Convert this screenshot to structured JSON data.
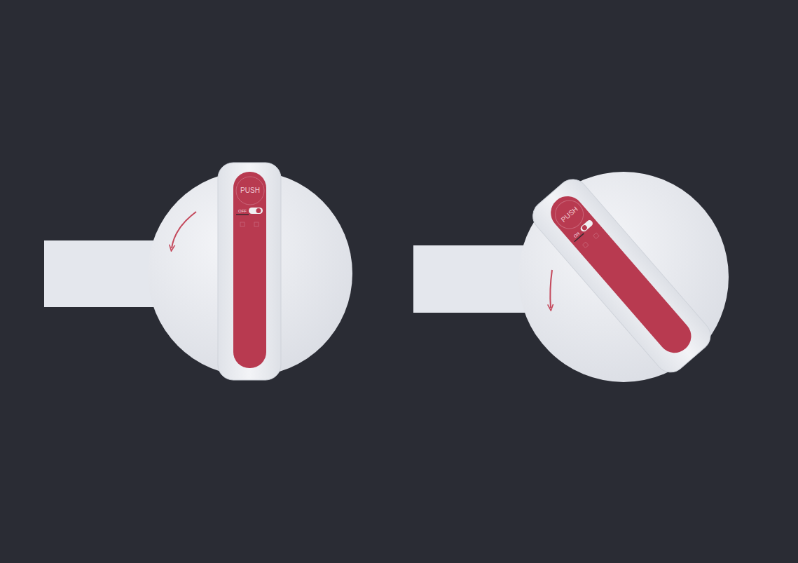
{
  "diagram": {
    "labels": [
      "PUSH",
      "OFF",
      "PUSH",
      "ON"
    ]
  }
}
